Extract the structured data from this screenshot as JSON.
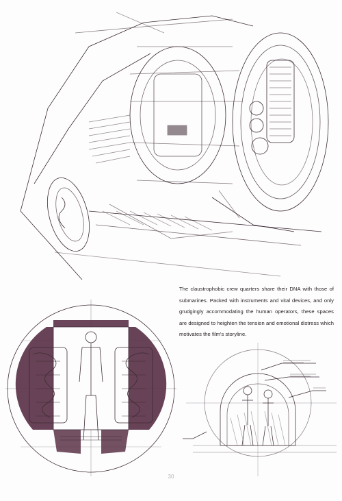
{
  "caption": {
    "text": "The claustrophobic crew quarters share their DNA with those of submarines. Packed with instruments and vital devices, and only grudgingly accommodating the human operators, these spaces are designed to heighten the tension and emotional distress which motivates the film's storyline."
  },
  "page_number": "30",
  "colors": {
    "ink": "#3d2b36",
    "fill": "#5b3248",
    "paper": "#fdfdfd"
  },
  "icons": [
    "vehicle-sketch",
    "crew-quarters-section-sketch",
    "cockpit-elevation-sketch"
  ]
}
